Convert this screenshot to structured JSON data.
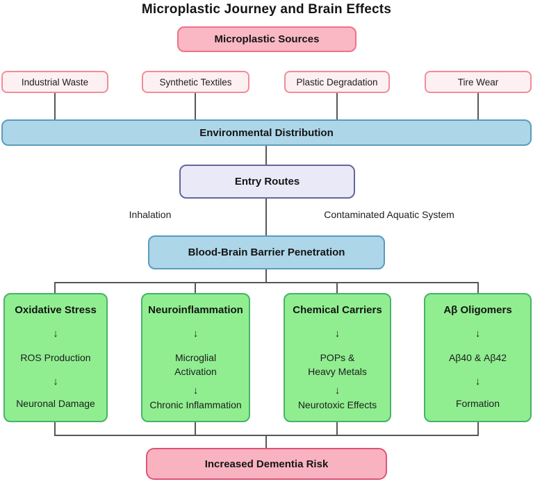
{
  "title": "Microplastic Journey and Brain Effects",
  "nodes": {
    "sources_header": "Microplastic Sources",
    "sources": [
      "Industrial Waste",
      "Synthetic Textiles",
      "Plastic Degradation",
      "Tire Wear"
    ],
    "distribution": "Environmental Distribution",
    "entry_routes": "Entry Routes",
    "route_labels": [
      "Inhalation",
      "Contaminated Aquatic System"
    ],
    "bbb": "Blood-Brain Barrier Penetration",
    "effects": [
      {
        "title": "Oxidative Stress",
        "lines": [
          "↓",
          "ROS Production",
          "↓",
          "Neuronal Damage"
        ]
      },
      {
        "title": "Neuroinflammation",
        "lines": [
          "↓",
          "Microglial",
          "Activation",
          "↓",
          "Chronic Inflammation"
        ]
      },
      {
        "title": "Chemical Carriers",
        "lines": [
          "↓",
          "POPs &",
          "Heavy Metals",
          "↓",
          "Neurotoxic Effects"
        ]
      },
      {
        "title": "Aβ Oligomers",
        "lines": [
          "↓",
          "Aβ40 & Aβ42",
          "↓",
          "Formation"
        ]
      }
    ],
    "outcome": "Increased Dementia Risk"
  },
  "colors": {
    "source_header_fill": "#fab8c4",
    "source_header_border": "#ed7286",
    "source_item_fill": "#fdf0f2",
    "source_item_border": "#f28b98",
    "distribution_fill": "#add6e8",
    "distribution_border": "#5a9bbe",
    "entry_fill": "#e9e9f8",
    "entry_border": "#65659c",
    "effect_fill": "#90ee90",
    "effect_border": "#47b269",
    "outcome_fill": "#f9b3c0",
    "outcome_border": "#dd5377",
    "connector": "#565656",
    "title_text": "#141414"
  }
}
